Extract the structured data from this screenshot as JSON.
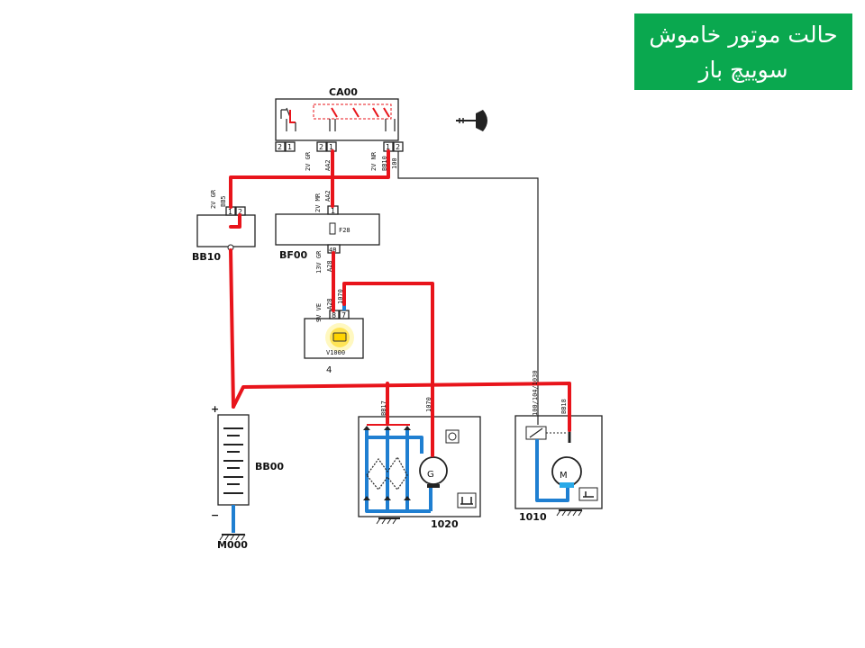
{
  "title": {
    "line1": "حالت موتور خاموش",
    "line2": "سوییچ باز"
  },
  "colors": {
    "title_bg": "#0aa84f",
    "wire_red": "#e8141b",
    "wire_blue": "#1f7fd1",
    "wire_black": "#222222"
  },
  "components": {
    "ignition_switch": {
      "name": "CA00",
      "pins_left": [
        "2",
        "1"
      ],
      "pins_mid": [
        "2",
        "1"
      ],
      "pins_right": [
        "1",
        "2"
      ]
    },
    "fuse_box_bb10": {
      "name": "BB10",
      "pins": [
        "1",
        "2"
      ]
    },
    "fuse_box_bf00": {
      "name": "BF00",
      "fuse": "F28",
      "pin_top": "1",
      "pin_bottom": "4B"
    },
    "warning_lamp": {
      "name": "V1000",
      "number": "4",
      "pins": [
        "8",
        "7"
      ]
    },
    "battery": {
      "name": "BB00",
      "plus": "+",
      "minus": "−"
    },
    "ground": {
      "name": "M000"
    },
    "alternator": {
      "name": "1020",
      "symbol": "G"
    },
    "starter": {
      "name": "1010",
      "symbol": "M"
    }
  },
  "wires": {
    "w_2vgr_top": "2V GR",
    "w_aa2_top": "AA2",
    "w_2vnr": "2V NR",
    "w_bb10": "BB10",
    "w_100": "100",
    "w_2vgr_bb5": "2V GR",
    "w_bb5": "BB5",
    "w_2vmr": "2V MR",
    "w_aa2_mid": "AA2",
    "w_13vgr": "13V GR",
    "w_a28": "A28",
    "w_9vve": "9V VE",
    "w_a28b": "A28",
    "w_1070": "1070",
    "w_bb17": "BB17",
    "w_1070b": "1070",
    "w_1030": "100/104/1030",
    "w_bb18": "BB18"
  }
}
